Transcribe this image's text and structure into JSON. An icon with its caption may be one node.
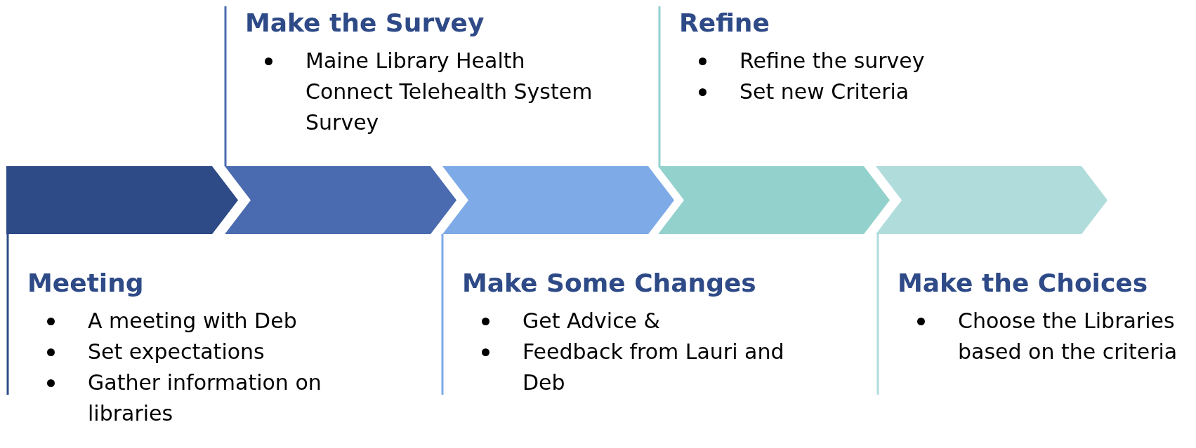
{
  "diagram": {
    "nodes": [
      {
        "text": [],
        "shape": "chevron"
      },
      {
        "text": [],
        "shape": "chevron"
      },
      {
        "text": [],
        "shape": "chevron"
      },
      {
        "text": [],
        "shape": "chevron"
      },
      {
        "text": [],
        "shape": "chevron"
      },
      {
        "text": [
          "Meeting",
          "A meeting with Deb",
          "Set expectations",
          "Gather information on libraries"
        ]
      },
      {
        "text": [
          "Make the Survey",
          "Maine Library Health Connect Telehealth System Survey"
        ]
      },
      {
        "text": [
          "Make Some Changes",
          "Get Advice &",
          "Feedback from Lauri and Deb"
        ]
      },
      {
        "text": [
          "Refine",
          "Refine the survey",
          "Set new Criteria"
        ]
      },
      {
        "text": [
          "Make the Choices",
          "Choose the Libraries based on the criteria"
        ]
      }
    ],
    "edges": [
      {
        "from": 0,
        "to": 5,
        "arrow": "none",
        "color": "#2e4a87"
      },
      {
        "from": 1,
        "to": 6,
        "arrow": "none",
        "color": "#4a6baf"
      },
      {
        "from": 2,
        "to": 7,
        "arrow": "none",
        "color": "#7eaae8"
      },
      {
        "from": 3,
        "to": 8,
        "arrow": "none",
        "color": "#93d1cc"
      },
      {
        "from": 4,
        "to": 9,
        "arrow": "none",
        "color": "#b0dcdc"
      }
    ]
  }
}
